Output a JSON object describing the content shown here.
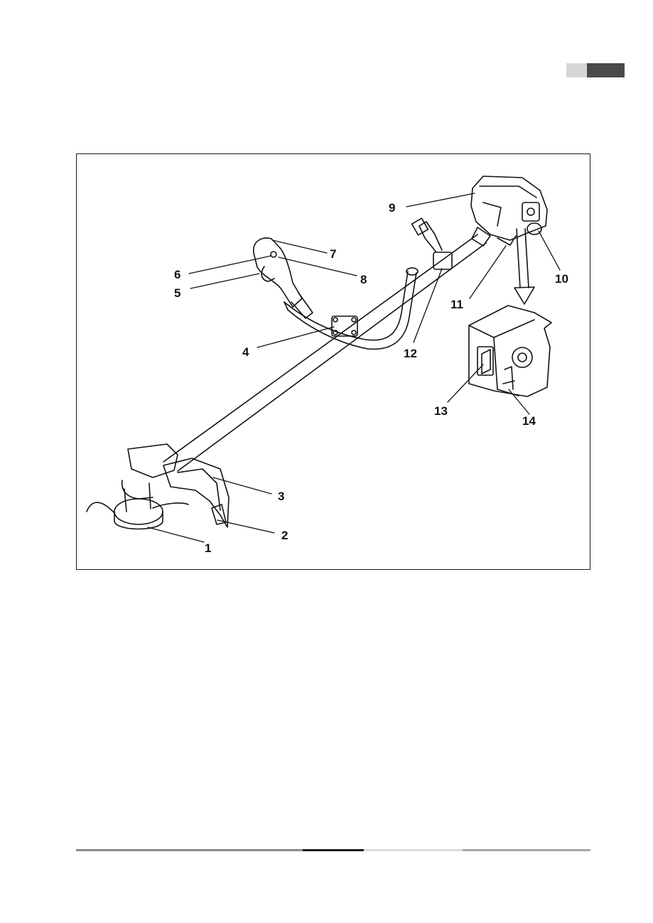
{
  "colors": {
    "line": "#111111",
    "tab_light": "#d6d6d6",
    "tab_dark": "#4a4a4a",
    "footer_grey": "#8a8a8a",
    "footer_dark": "#1a1a1a",
    "footer_light": "#dcdcdc",
    "footer_mid": "#a6a6a6"
  },
  "diagram": {
    "callouts": [
      {
        "id": "1",
        "label": "1"
      },
      {
        "id": "2",
        "label": "2"
      },
      {
        "id": "3",
        "label": "3"
      },
      {
        "id": "4",
        "label": "4"
      },
      {
        "id": "5",
        "label": "5"
      },
      {
        "id": "6",
        "label": "6"
      },
      {
        "id": "7",
        "label": "7"
      },
      {
        "id": "8",
        "label": "8"
      },
      {
        "id": "9",
        "label": "9"
      },
      {
        "id": "10",
        "label": "10"
      },
      {
        "id": "11",
        "label": "11"
      },
      {
        "id": "12",
        "label": "12"
      },
      {
        "id": "13",
        "label": "13"
      },
      {
        "id": "14",
        "label": "14"
      }
    ]
  }
}
